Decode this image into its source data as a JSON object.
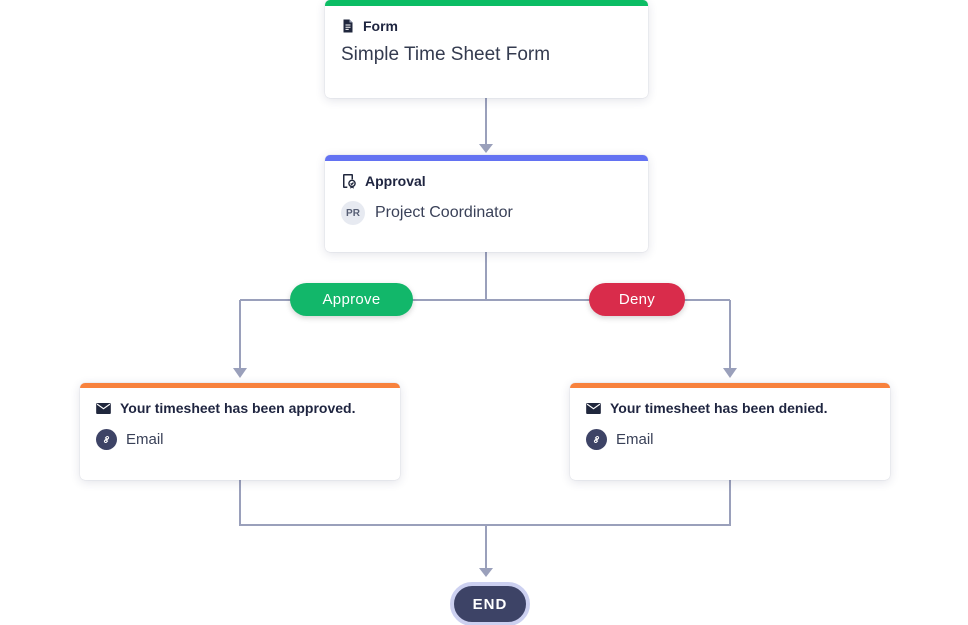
{
  "flow": {
    "form": {
      "type_label": "Form",
      "title": "Simple Time Sheet Form"
    },
    "approval": {
      "type_label": "Approval",
      "assignee_initials": "PR",
      "assignee_name": "Project Coordinator"
    },
    "branches": {
      "approve_label": "Approve",
      "deny_label": "Deny"
    },
    "email_approved": {
      "subject": "Your timesheet has been approved.",
      "channel": "Email"
    },
    "email_denied": {
      "subject": "Your timesheet has been denied.",
      "channel": "Email"
    },
    "end_label": "END"
  },
  "colors": {
    "form_accent": "#0bbd64",
    "approval_accent": "#6372f2",
    "email_accent": "#f8823d",
    "approve_pill": "#12b76a",
    "deny_pill": "#d92c4b",
    "connector": "#9aa0bb",
    "end_fill": "#3d4366",
    "end_border": "#ccd0f0"
  }
}
